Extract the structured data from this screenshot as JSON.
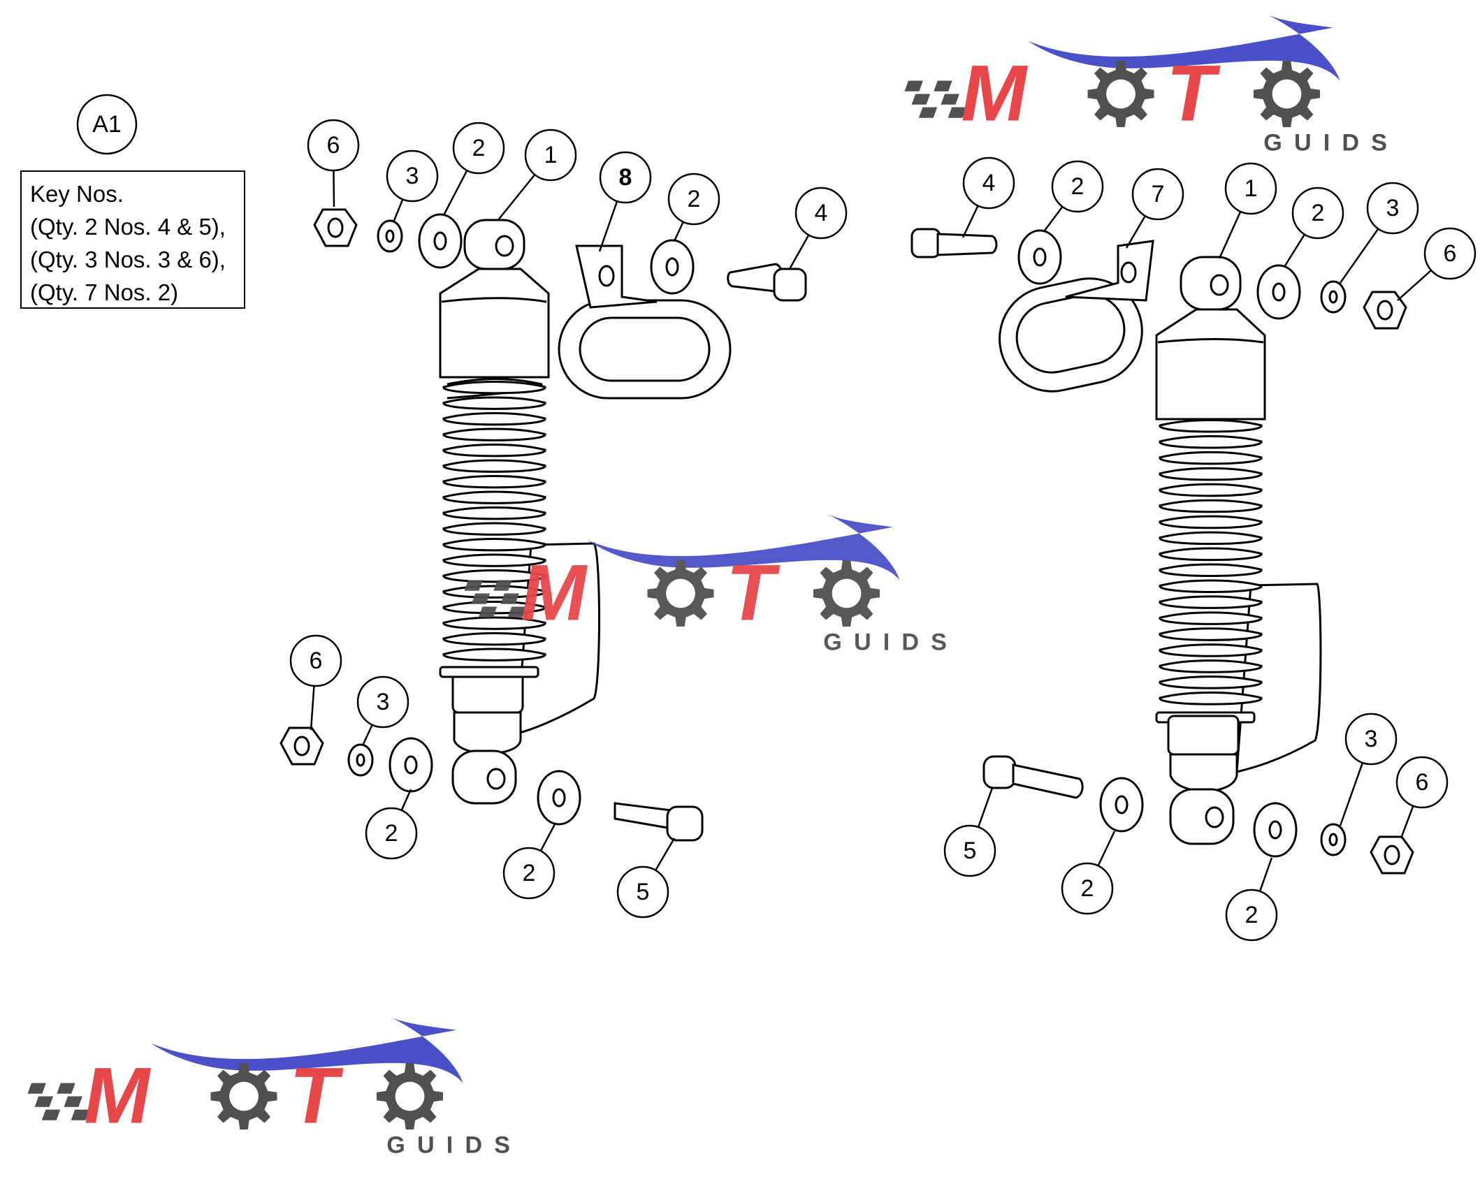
{
  "figure_label": "A1",
  "key_box": {
    "heading": "Key Nos.",
    "lines": [
      "(Qty. 2 Nos. 4 & 5),",
      "(Qty. 3 Nos. 3 & 6),",
      "(Qty. 7 Nos. 2)"
    ]
  },
  "logo": {
    "wordmark_letters": [
      "M",
      "T"
    ],
    "subtitle": "GUIDS",
    "colors": {
      "red": "#e8474a",
      "gray": "#555555",
      "blue": "#4a50c8"
    }
  },
  "callouts": [
    {
      "id": "c-l-6",
      "num": "6"
    },
    {
      "id": "c-l-3",
      "num": "3"
    },
    {
      "id": "c-l-2a",
      "num": "2"
    },
    {
      "id": "c-l-1",
      "num": "1"
    },
    {
      "id": "c-l-8",
      "num": "8"
    },
    {
      "id": "c-l-2b",
      "num": "2"
    },
    {
      "id": "c-l-4",
      "num": "4"
    },
    {
      "id": "c-l-6b",
      "num": "6"
    },
    {
      "id": "c-l-3b",
      "num": "3"
    },
    {
      "id": "c-l-2c",
      "num": "2"
    },
    {
      "id": "c-l-2d",
      "num": "2"
    },
    {
      "id": "c-l-5",
      "num": "5"
    },
    {
      "id": "c-r-4",
      "num": "4"
    },
    {
      "id": "c-r-2a",
      "num": "2"
    },
    {
      "id": "c-r-7",
      "num": "7"
    },
    {
      "id": "c-r-1",
      "num": "1"
    },
    {
      "id": "c-r-2b",
      "num": "2"
    },
    {
      "id": "c-r-3",
      "num": "3"
    },
    {
      "id": "c-r-6",
      "num": "6"
    },
    {
      "id": "c-r-3b",
      "num": "3"
    },
    {
      "id": "c-r-6b",
      "num": "6"
    },
    {
      "id": "c-r-5",
      "num": "5"
    },
    {
      "id": "c-r-2c",
      "num": "2"
    },
    {
      "id": "c-r-2d",
      "num": "2"
    }
  ]
}
